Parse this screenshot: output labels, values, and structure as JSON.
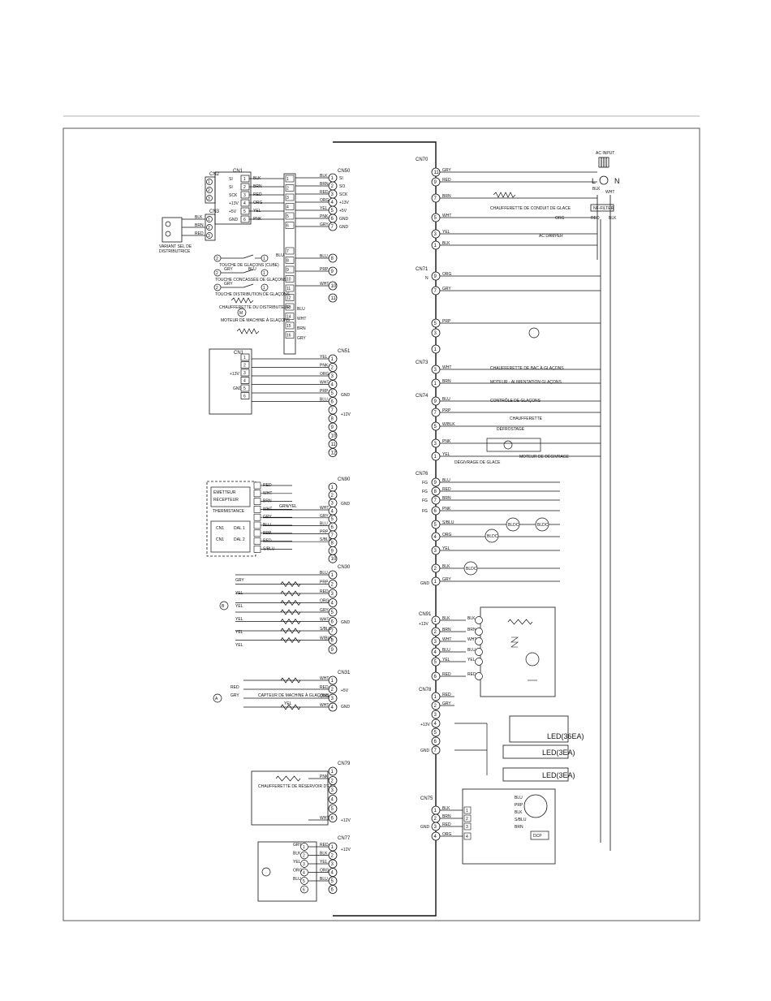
{
  "ac_input": {
    "title": "AC INPUT",
    "l": "L",
    "n": "N",
    "blk": "BLK",
    "wht": "WHT",
    "noise_filter": "NF-FILTER",
    "red": "RED",
    "blk2": "BLK"
  },
  "cn2": {
    "title": "CN2",
    "pins": [
      "1",
      "2",
      "3"
    ]
  },
  "cn1_top": {
    "title": "CN1",
    "signals": [
      "SI",
      "SI",
      "SCK",
      "+13V",
      "+5V",
      "GND"
    ],
    "pins": [
      "1",
      "2",
      "3",
      "4",
      "5",
      "6"
    ],
    "wires": [
      "BLK",
      "BRN",
      "RED",
      "ORG",
      "YEL",
      "PNK"
    ]
  },
  "cn3": {
    "title": "CN3",
    "pins": [
      "1",
      "2",
      "3"
    ],
    "wires": [
      "BLK",
      "BRN",
      "RED"
    ]
  },
  "distributor_variant": {
    "line1": "VARIANT SEL DE",
    "line2": "DISTRIBUTRICE"
  },
  "relay_block": {
    "pins": [
      "1",
      "2",
      "3",
      "4",
      "5",
      "6",
      "7",
      "8",
      "9",
      "10",
      "11",
      "12",
      "13",
      "14",
      "15",
      "16"
    ]
  },
  "switches": {
    "cube": {
      "label": "TOUCHE DE GLAÇONS (CUBE)",
      "left": "2",
      "right": "1",
      "wire": "BLU"
    },
    "crushed": {
      "label": "TOUCHE CONCASSÉE DE GLAÇONS",
      "left": "2",
      "right": "1",
      "wire1": "GRY",
      "wire2": "BLU"
    },
    "water": {
      "label": "TOUCHE DISTRIBUTION DE GLAÇONS",
      "left": "2",
      "right": "1",
      "wire": "GRY"
    }
  },
  "heater_dispenser": {
    "label": "CHAUFFERETTE DU DISTRIBUTEUR"
  },
  "motor_icemaker": {
    "label": "MOTEUR DE MACHINE À GLAÇONS",
    "symbol": "M"
  },
  "rel_labels": {
    "l1": "BLU",
    "l2": "WHT",
    "l3": "BRN",
    "l4": "GRY"
  },
  "cn50": {
    "title": "CN50",
    "pins": [
      "1",
      "2",
      "3",
      "4",
      "5",
      "6",
      "7",
      "8",
      "9",
      "10",
      "11"
    ],
    "wires": [
      "BLK",
      "BRN",
      "RED",
      "ORG",
      "YEL",
      "PNK",
      "GRY",
      "BLU",
      "PRP",
      "WHT"
    ],
    "signals": [
      "SI",
      "SO",
      "SCK",
      "+13V",
      "+5V",
      "GND",
      "GND"
    ]
  },
  "cn1_mid": {
    "title": "CN1",
    "pins": [
      "1",
      "2",
      "3",
      "4",
      "5",
      "6"
    ],
    "v13": "+13V",
    "gnd": "GND"
  },
  "cn51": {
    "title": "CN51",
    "pins": [
      "1",
      "2",
      "3",
      "4",
      "5",
      "6",
      "7",
      "8",
      "9",
      "10",
      "11",
      "12"
    ],
    "wires": [
      "YEL",
      "PNK",
      "ORG",
      "WHT",
      "PRP",
      "BLU"
    ],
    "gnd": "GND",
    "v12": "+12V"
  },
  "sensor_box": {
    "title": "CAPTEUR DE GLAÇONS",
    "row1": "ÉMETTEUR",
    "row2": "RÉCEPTEUR",
    "row3": "THERMISTANCE",
    "cn_a": "CN1",
    "cn_b": "CN1",
    "sub1": "DAL 1",
    "sub2": "DAL 2"
  },
  "cn90": {
    "title": "CN90",
    "pins": [
      "1",
      "2",
      "3",
      "4",
      "5",
      "6",
      "7",
      "8",
      "9",
      "10"
    ],
    "wires_left": [
      "RED",
      "WHT",
      "BRN",
      "WHT",
      "GRY",
      "BLU",
      "PRP",
      "RED",
      "S/BLU"
    ],
    "wires_right": [
      "WHT",
      "GRY",
      "BLU",
      "PRP",
      "S/BLU"
    ],
    "gnd": "GND",
    "yel": "GRN/YEL"
  },
  "cn30": {
    "title": "CN30",
    "pins": [
      "1",
      "2",
      "3",
      "4",
      "5",
      "6",
      "7",
      "8",
      "9"
    ],
    "wires": [
      "BLU",
      "PRP",
      "RED",
      "ORG",
      "GRY",
      "WHT",
      "S/BLU",
      "W/BLK"
    ],
    "left_wires": [
      "GRY",
      "YEL",
      "YEL",
      "YEL",
      "YEL",
      "YEL"
    ],
    "gnd": "GND",
    "marker": "B"
  },
  "cn31": {
    "title": "CN31",
    "pins": [
      "1",
      "2",
      "3",
      "4"
    ],
    "wires": [
      "WHT",
      "RED",
      "ORG",
      "WHT"
    ],
    "left": [
      "RED",
      "GRY",
      "YEL"
    ],
    "label": "CAPTEUR DE MACHINE À GLAÇONS",
    "v5": "+5V",
    "gnd": "GND",
    "marker": "A"
  },
  "cn79": {
    "title": "CN79",
    "pins": [
      "1",
      "2",
      "3",
      "4",
      "5",
      "6"
    ],
    "wires": [
      "PNK",
      "WHT"
    ],
    "label": "CHAUFFERETTE DE RÉSERVOIR D'EAU",
    "v12": "+12V"
  },
  "cn77": {
    "title": "CN77",
    "pins": [
      "1",
      "2",
      "3",
      "4",
      "5",
      "6"
    ],
    "wires": [
      "RED",
      "BLK",
      "YEL",
      "ORG",
      "BLU"
    ],
    "left": [
      "GRY",
      "BLK",
      "YEL",
      "ORG",
      "BLU"
    ],
    "v12": "+12V"
  },
  "cn70": {
    "title": "CN70",
    "pins": [
      "11",
      "9",
      "7",
      "5",
      "3",
      "1"
    ],
    "wires": [
      "GRY",
      "RED",
      "BRN",
      "WHT",
      "YEL",
      "BLK"
    ],
    "heater1": "CHAUFFERETTE DE CONDUIT DE GLACE",
    "heater2": "ORG",
    "heater3": "AC DAMPER"
  },
  "cn71": {
    "title": "CN71",
    "pins": [
      "9",
      "7",
      "5",
      "3",
      "1"
    ],
    "wires": [
      "ORG",
      "GRY",
      "PRP"
    ],
    "n": "N"
  },
  "cn73": {
    "title": "CN73",
    "pins": [
      "3",
      "1"
    ],
    "wires": [
      "WHT",
      "BRN"
    ],
    "l1": "CHAUFFERETTE DE BAC À GLAÇONS",
    "l2": "MOTEUR - ALIMENTATION GLAÇONS"
  },
  "cn74": {
    "title": "CN74",
    "pins": [
      "9",
      "7",
      "5",
      "3",
      "1"
    ],
    "wires": [
      "BLU",
      "PRP",
      "W/BLK",
      "PNK",
      "YEL"
    ],
    "l1": "CONTRÔLE DE GLAÇONS",
    "l2": "CHAUFFERETTE",
    "l3": "DÉFROSTAGE",
    "l4": "MOTEUR DE DÉGIVRAGE",
    "l5": "DÉGIVRAGE DE GLACE"
  },
  "cn76": {
    "title": "CN76",
    "pins": [
      "9",
      "8",
      "7",
      "6",
      "5",
      "4",
      "3",
      "2",
      "1"
    ],
    "wires": [
      "BLU",
      "RED",
      "BRN",
      "PNK",
      "S/BLU",
      "ORG",
      "YEL",
      "BLK",
      "GRY"
    ],
    "fg": "FG",
    "gnd": "GND",
    "bldc": "BLDC"
  },
  "cn91": {
    "title": "CN91",
    "pins": [
      "1",
      "2",
      "3",
      "4",
      "5",
      "6"
    ],
    "wires": [
      "BLK",
      "BRN",
      "WHT",
      "BLU",
      "YEL",
      "RED"
    ],
    "v13": "+13V"
  },
  "cn78": {
    "title": "CN78",
    "pins": [
      "1",
      "2",
      "3",
      "4",
      "5",
      "6",
      "7"
    ],
    "wires": [
      "RED",
      "GRY"
    ],
    "v13": "+13V",
    "gnd": "GND"
  },
  "leds": {
    "big": "LED(36EA)",
    "small1": "LED(3EA)",
    "small2": "LED(3EA)"
  },
  "cn75": {
    "title": "CN75",
    "pins": [
      "1",
      "2",
      "3",
      "4"
    ],
    "wires": [
      "BLK",
      "BRN",
      "RED",
      "ORG"
    ],
    "gnd": "GND",
    "right": [
      "BLU",
      "PRP",
      "BLK",
      "S/BLU",
      "BRN"
    ],
    "dcp": "DCP"
  }
}
